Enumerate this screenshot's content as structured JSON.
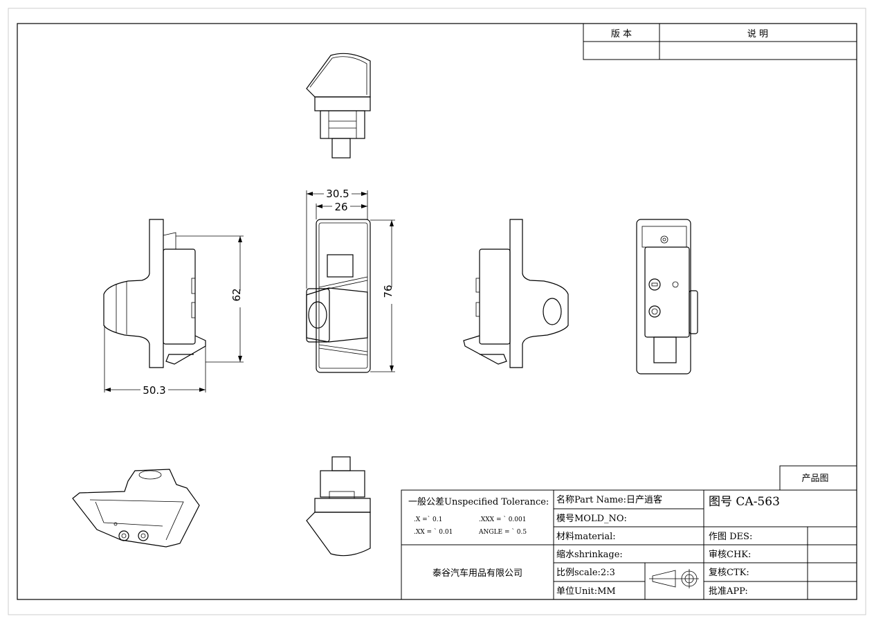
{
  "revision_table": {
    "version_header": "版 本",
    "description_header": "说 明"
  },
  "dimensions": {
    "width_outer": "30.5",
    "width_inner": "26",
    "height_front": "76",
    "height_side": "62",
    "depth_side": "50.3"
  },
  "title_block": {
    "product_drawing_label": "产品图",
    "tolerance_title": "一般公差Unspecified Tolerance:",
    "tolerance_x": ".X  =` 0.1",
    "tolerance_xxx": ".XXX = ` 0.001",
    "tolerance_xx": ".XX = ` 0.01",
    "tolerance_angle": "ANGLE =   ` 0.5",
    "company": "泰谷汽车用品有限公司",
    "part_name": "名称Part Name:日产逍客",
    "mold_no": "模号MOLD_NO:",
    "material": "材料material:",
    "shrinkage": "缩水shrinkage:",
    "scale": "比例scale:2:3",
    "unit": "单位Unit:MM",
    "drawing_no": "图号 CA-563",
    "designer": "作图 DES:",
    "checker": "审核CHK:",
    "recheck": "复核CTK:",
    "approver": "批准APP:"
  }
}
